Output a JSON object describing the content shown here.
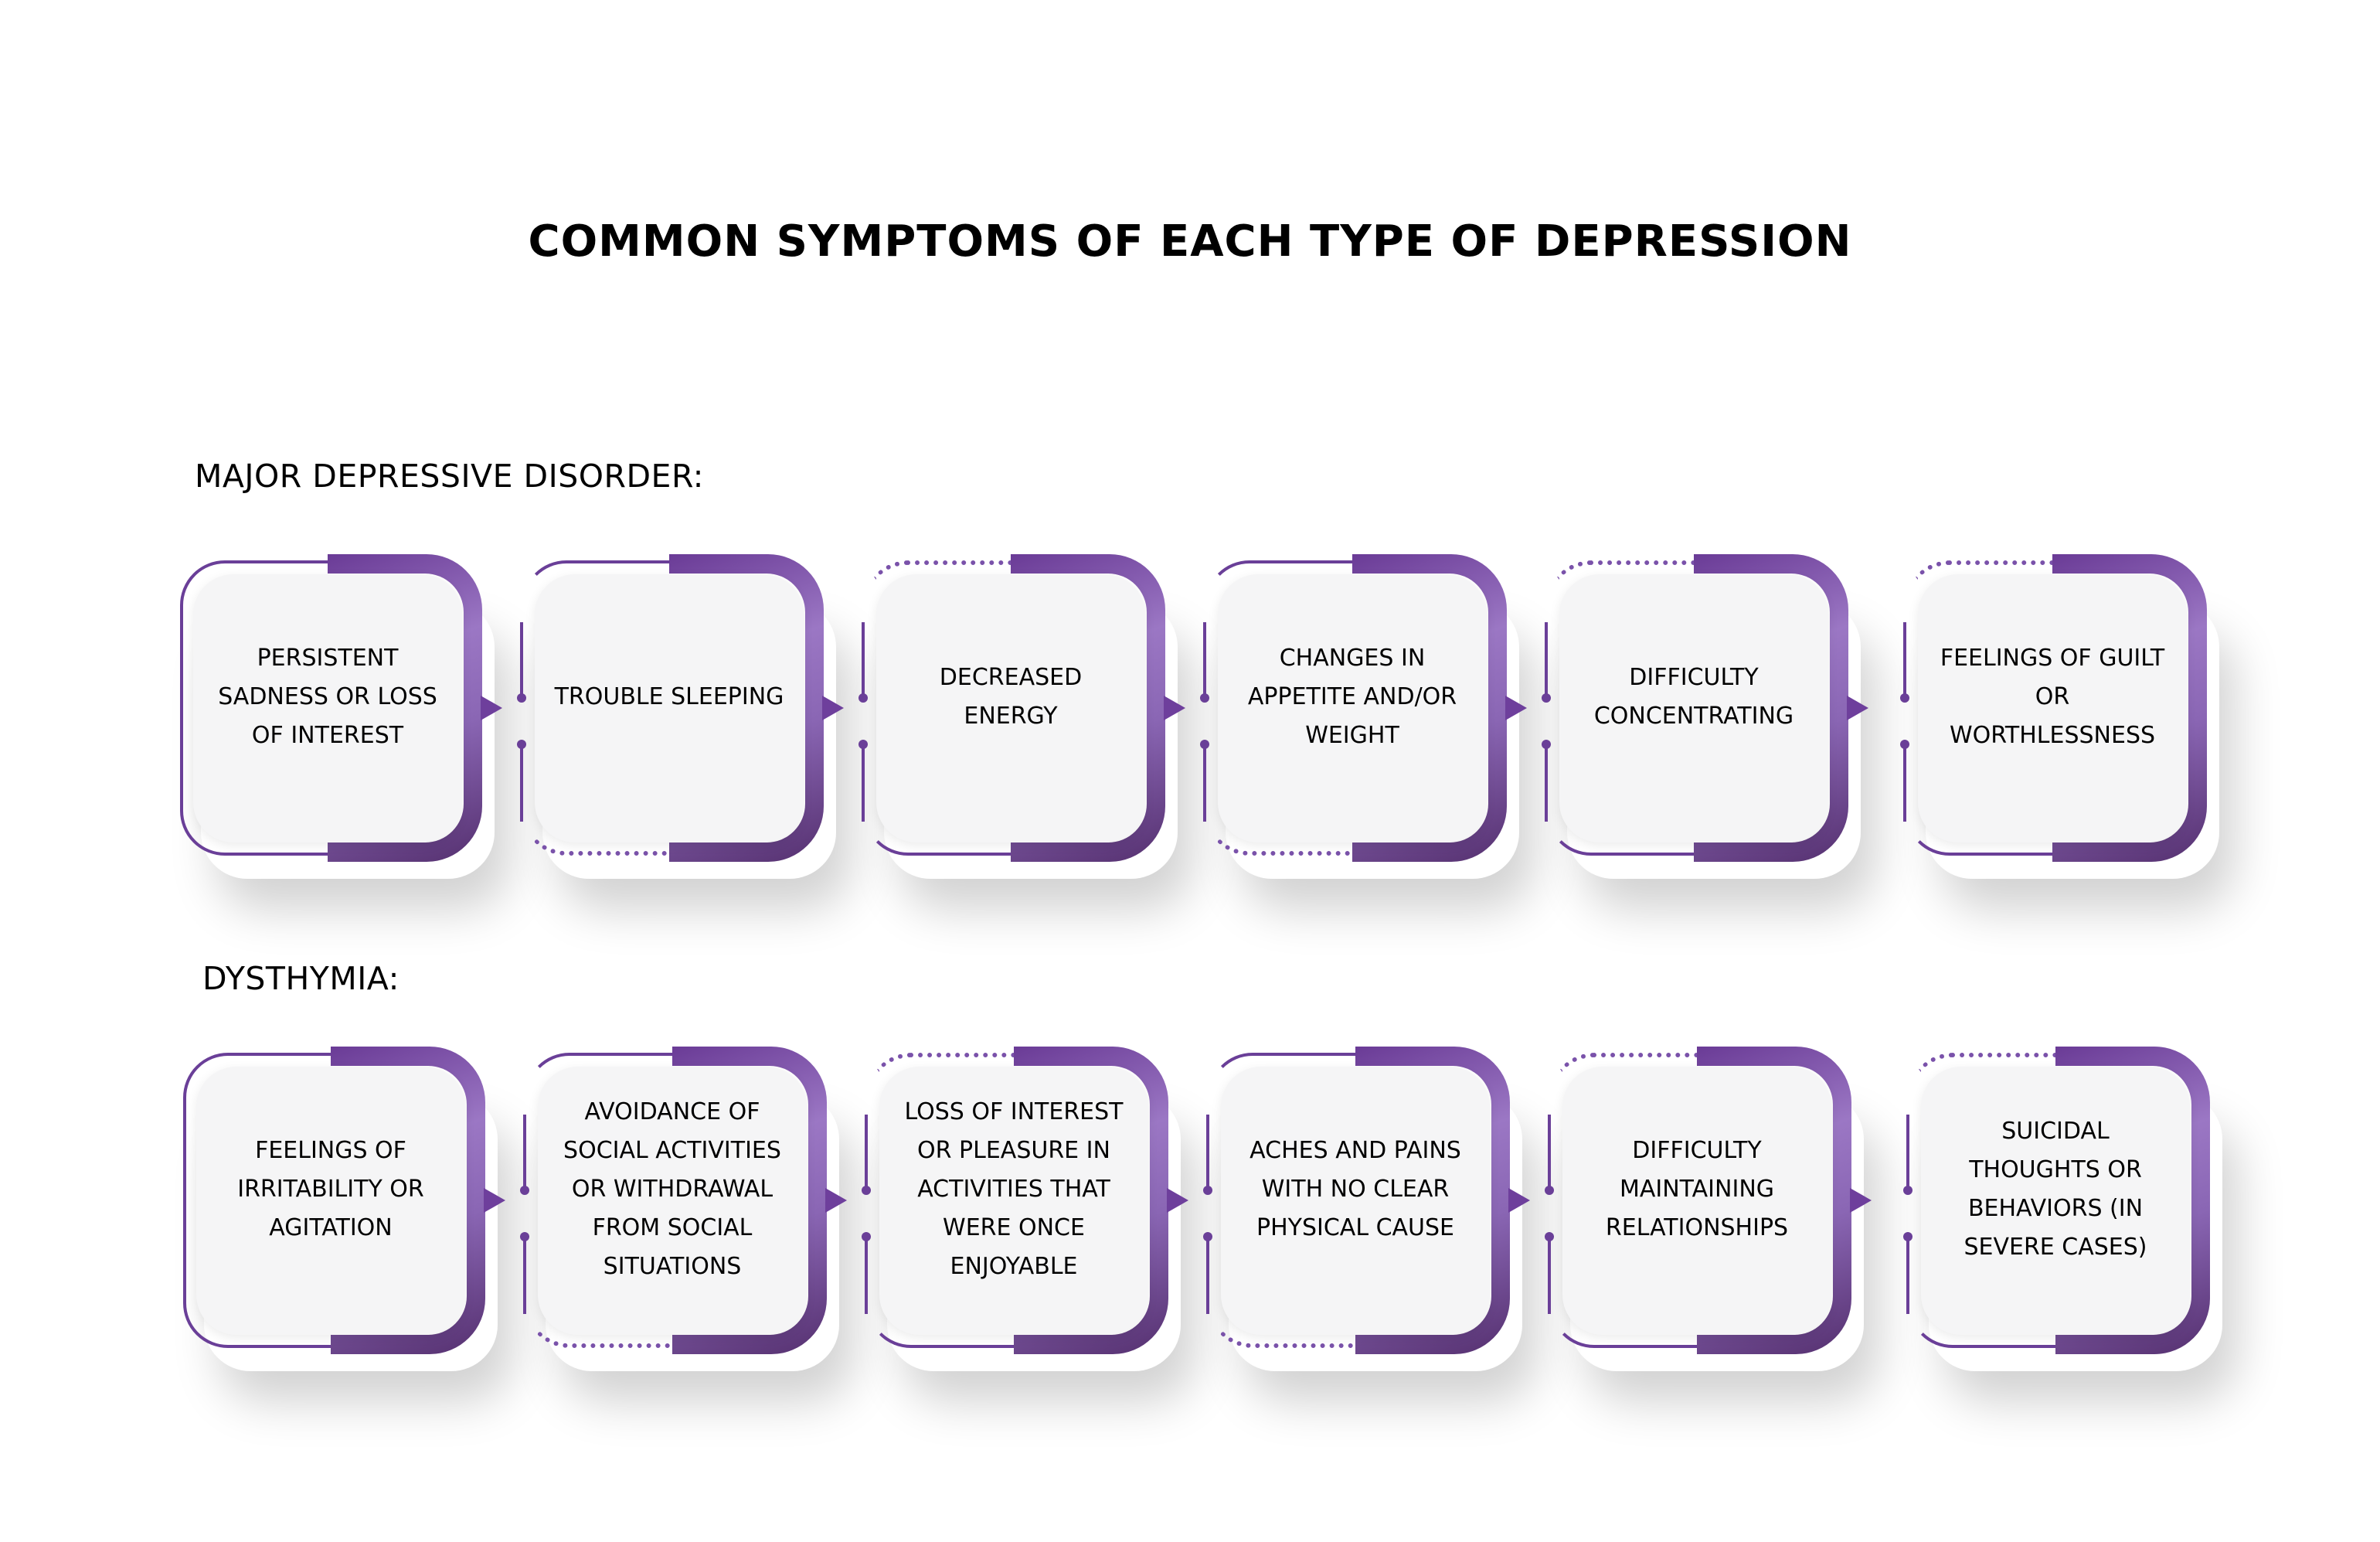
{
  "title": "COMMON SYMPTOMS OF EACH TYPE OF DEPRESSION",
  "colors": {
    "accent_dark": "#55306f",
    "accent_mid": "#6a3f98",
    "accent_light": "#9b77c4",
    "card_background": "#f5f5f6",
    "text": "#000000"
  },
  "sections": [
    {
      "label": "MAJOR DEPRESSIVE DISORDER:",
      "cards": [
        {
          "text": "PERSISTENT SADNESS OR LOSS OF INTEREST",
          "frame": "solid"
        },
        {
          "text": "TROUBLE SLEEPING",
          "frame": "dotted-bottom"
        },
        {
          "text": "DECREASED ENERGY",
          "frame": "dotted-top"
        },
        {
          "text": "CHANGES IN APPETITE AND/OR WEIGHT",
          "frame": "dotted-bottom"
        },
        {
          "text": "DIFFICULTY CONCENTRATING",
          "frame": "dotted-top"
        },
        {
          "text": "FEELINGS OF GUILT OR WORTHLESSNESS",
          "frame": "dotted-top"
        }
      ]
    },
    {
      "label": "DYSTHYMIA:",
      "cards": [
        {
          "text": "FEELINGS OF IRRITABILITY OR AGITATION",
          "frame": "solid"
        },
        {
          "text": "AVOIDANCE OF SOCIAL ACTIVITIES OR WITHDRAWAL FROM SOCIAL SITUATIONS",
          "frame": "dotted-bottom"
        },
        {
          "text": "LOSS OF INTEREST OR PLEASURE IN ACTIVITIES THAT WERE ONCE ENJOYABLE",
          "frame": "dotted-top"
        },
        {
          "text": "ACHES AND PAINS WITH NO CLEAR PHYSICAL CAUSE",
          "frame": "dotted-bottom"
        },
        {
          "text": "DIFFICULTY MAINTAINING RELATIONSHIPS",
          "frame": "dotted-top"
        },
        {
          "text": "SUICIDAL THOUGHTS OR BEHAVIORS (IN SEVERE CASES)",
          "frame": "dotted-top"
        }
      ]
    }
  ]
}
